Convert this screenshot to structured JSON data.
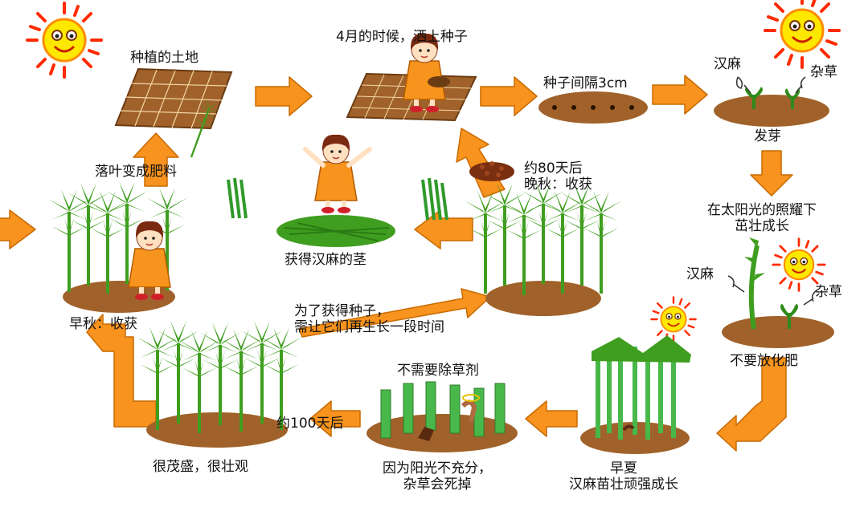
{
  "labels": {
    "land": "种植的土地",
    "april": "4月的时候，洒上种子",
    "spacing": "种子间隔3cm",
    "hemp1": "汉麻",
    "weed1": "杂草",
    "sprout": "发芽",
    "sunshine": "在太阳光的照耀下\n茁壮成长",
    "hemp2": "汉麻",
    "weed2": "杂草",
    "no_fertilizer": "不要放化肥",
    "early_summer": "早夏\n汉麻苗壮顽强成长",
    "no_herbicide": "不需要除草剂",
    "because": "因为阳光不充分，\n杂草会死掉",
    "day100": "约100天后",
    "lush": "很茂盛，很壮观",
    "early_autumn": "早秋：收获",
    "compost": "落叶变成肥料",
    "stems": "获得汉麻的茎",
    "day80": "约80天后\n晚秋：收获",
    "for_seeds": "为了获得种子，\n需让它们再生长一段时间"
  },
  "colors": {
    "arrow": "#f7931e",
    "soil": "#a0622a",
    "plant": "#3f9e1f",
    "stem": "#48b84a",
    "dress": "#f7941d",
    "sun": "#ff2a00"
  }
}
